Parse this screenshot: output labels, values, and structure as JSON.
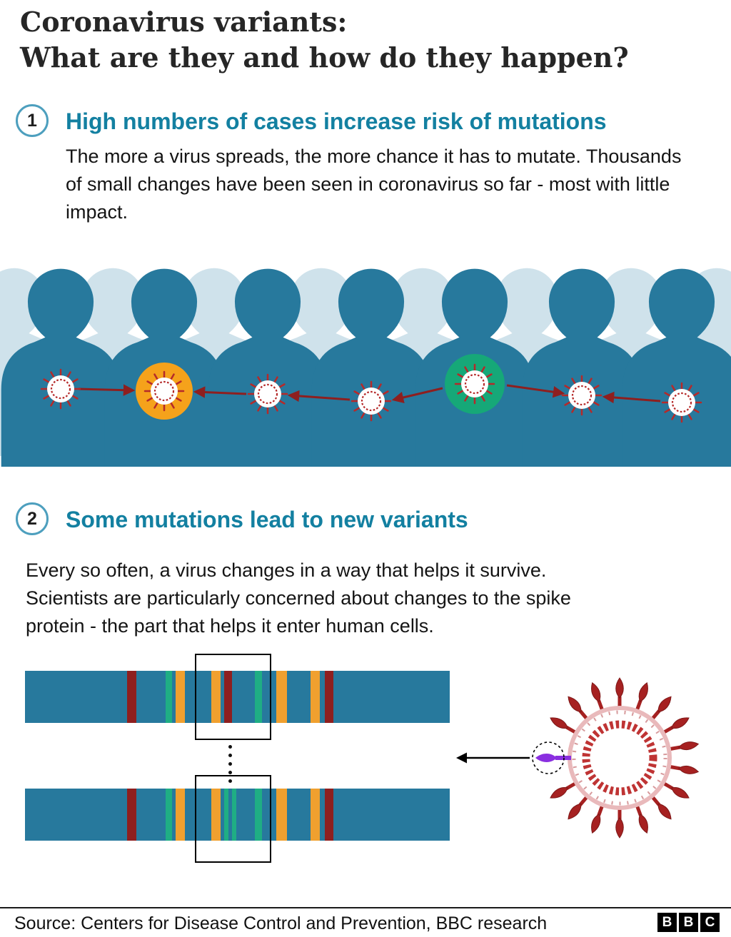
{
  "title": {
    "line1": "Coronavirus variants:",
    "line2": "What are they and how do they happen?"
  },
  "sections": [
    {
      "number": "1",
      "heading": "High numbers of cases increase risk of mutations",
      "body": "The more a virus spreads, the more chance it has to mutate. Thousands of small changes have been seen in coronavirus so far - most with little impact."
    },
    {
      "number": "2",
      "heading": "Some mutations lead to new variants",
      "body": "Every so often, a virus changes in a way that helps it survive. Scientists are particularly concerned about changes to the spike protein - the part that helps it enter human cells."
    }
  ],
  "footer": {
    "source": "Source: Centers for Disease Control and Prevention, BBC research",
    "logo_letters": [
      "B",
      "B",
      "C"
    ]
  },
  "icons": {
    "virus-icon": "spiked-circle",
    "spike-protein-icon": "purple-dart",
    "arrow-icon": "dark-red-transmission-arrow"
  },
  "colors": {
    "heading_teal": "#1380a1",
    "figure_dark": "#27799d",
    "figure_light": "#cfe2eb",
    "virus_red": "#b52a2a",
    "arrow_red": "#8e1f1f",
    "highlight_orange": "#f5a21b",
    "highlight_green": "#16a878",
    "genome_teal": "#27799d",
    "stripe_red": "#8e1f1f",
    "stripe_orange": "#f0a02f",
    "stripe_green": "#1fae84",
    "spike_purple": "#8a2fe0"
  }
}
